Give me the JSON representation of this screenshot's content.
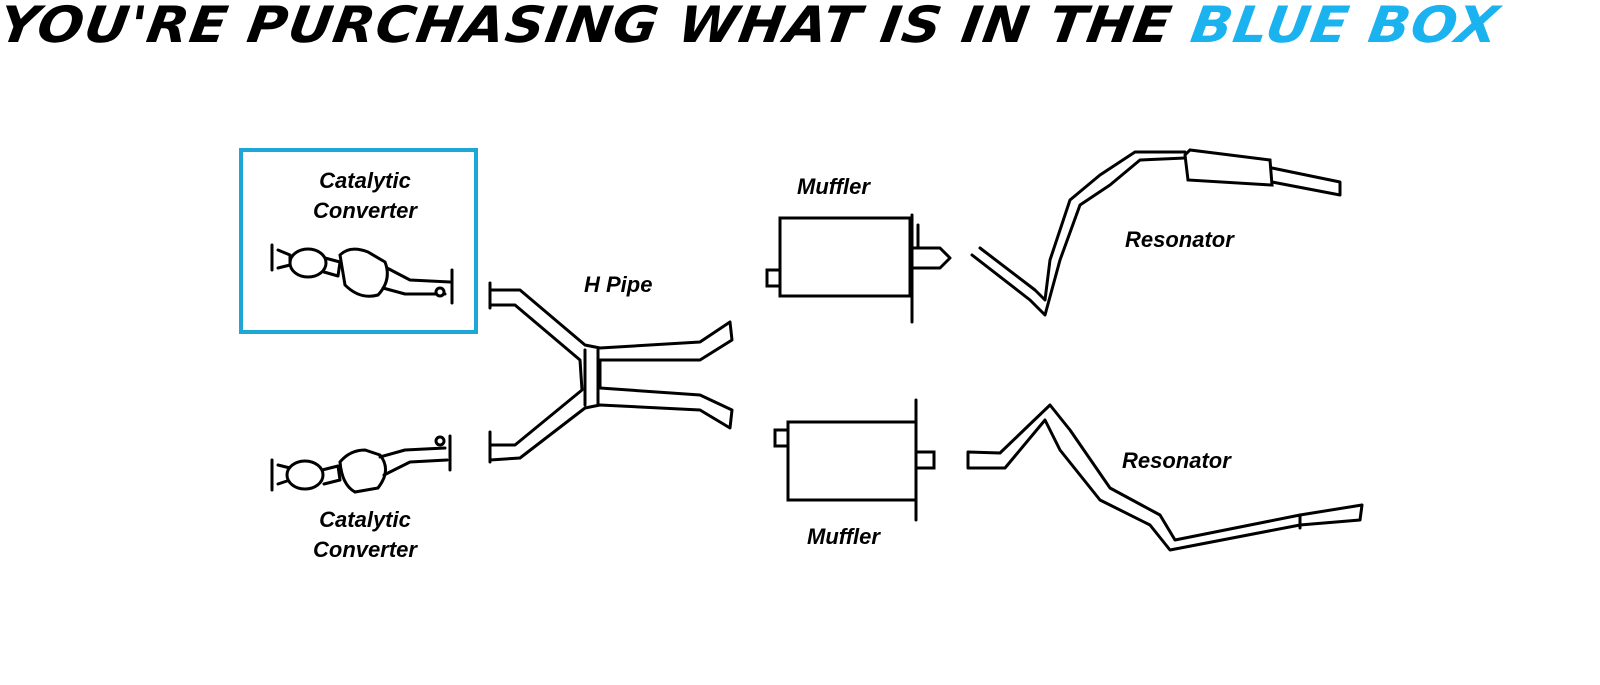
{
  "title": {
    "part1": "YOU'RE PURCHASING WHAT IS IN THE",
    "part2": "BLUE BOX"
  },
  "colors": {
    "accent": "#1ab2ef",
    "box": "#1da6d6"
  },
  "labels": {
    "cat_top": [
      "Catalytic",
      "Converter"
    ],
    "cat_bottom": [
      "Catalytic",
      "Converter"
    ],
    "h_pipe": "H Pipe",
    "muffler_top": "Muffler",
    "muffler_bottom": "Muffler",
    "resonator_top": "Resonator",
    "resonator_bottom": "Resonator"
  }
}
